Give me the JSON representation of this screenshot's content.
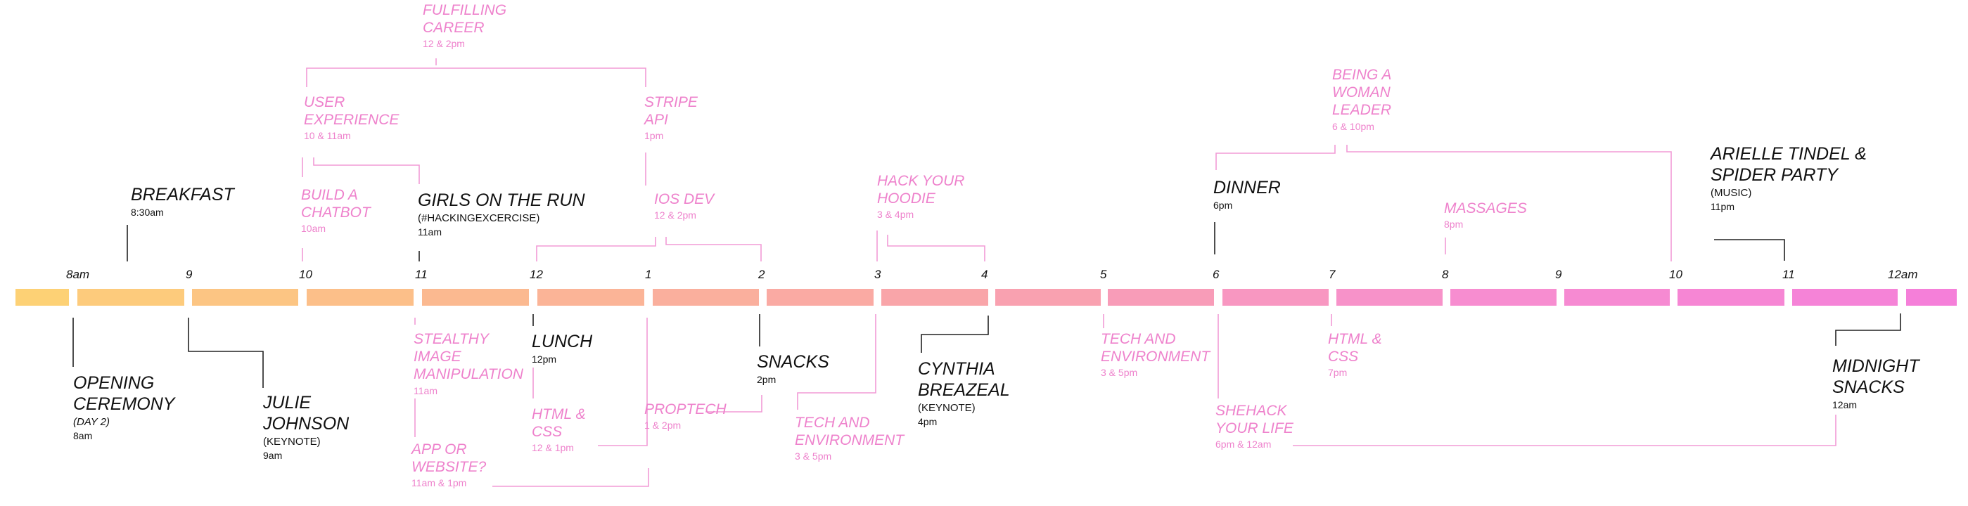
{
  "hours": [
    "8am",
    "9",
    "10",
    "11",
    "12",
    "1",
    "2",
    "3",
    "4",
    "5",
    "6",
    "7",
    "8",
    "9",
    "10",
    "11",
    "12am"
  ],
  "colors": {
    "main_text": "#111111",
    "workshop_text": "#ee82cc",
    "main_line": "#222222",
    "workshop_line": "#f29bd6",
    "timeline_gradient": [
      "#fdd175",
      "#fbb892",
      "#f9a3ac",
      "#f78ecf",
      "#f57fd9"
    ]
  },
  "events": [
    {
      "id": "opening-ceremony",
      "type": "main",
      "title": "OPENING\nCEREMONY",
      "subtitle": "(DAY 2)",
      "time": "8am"
    },
    {
      "id": "breakfast",
      "type": "main",
      "title": "BREAKFAST",
      "time": "8:30am"
    },
    {
      "id": "julie-johnson",
      "type": "main",
      "title": "JULIE\nJOHNSON",
      "subtitle": "(KEYNOTE)",
      "time": "9am"
    },
    {
      "id": "build-a-chatbot",
      "type": "workshop",
      "title": "BUILD A\nCHATBOT",
      "time": "10am"
    },
    {
      "id": "user-experience",
      "type": "workshop",
      "title": "USER\nEXPERIENCE",
      "time": "10 & 11am"
    },
    {
      "id": "fulfilling-career",
      "type": "workshop",
      "title": "FULFILLING\nCAREER",
      "time": "12 & 2pm"
    },
    {
      "id": "girls-on-the-run",
      "type": "main",
      "title": "GIRLS ON THE RUN",
      "subtitle": "(#HACKINGEXCERCISE)",
      "time": "11am"
    },
    {
      "id": "stealthy-image-manipulation",
      "type": "workshop",
      "title": "STEALTHY\nIMAGE\nMANIPULATION",
      "time": "11am"
    },
    {
      "id": "app-or-website",
      "type": "workshop",
      "title": "APP OR\nWEBSITE?",
      "time": "11am & 1pm"
    },
    {
      "id": "lunch",
      "type": "main",
      "title": "LUNCH",
      "time": "12pm"
    },
    {
      "id": "html-css-day",
      "type": "workshop",
      "title": "HTML &\nCSS",
      "time": "12 & 1pm"
    },
    {
      "id": "stripe-api",
      "type": "workshop",
      "title": "STRIPE\nAPI",
      "time": "1pm"
    },
    {
      "id": "ios-dev",
      "type": "workshop",
      "title": "IOS DEV",
      "time": "12 & 2pm"
    },
    {
      "id": "proptech",
      "type": "workshop",
      "title": "PROPTECH",
      "time": "1 & 2pm"
    },
    {
      "id": "snacks",
      "type": "main",
      "title": "SNACKS",
      "time": "2pm"
    },
    {
      "id": "tech-env-afternoon",
      "type": "workshop",
      "title": "TECH AND\nENVIRONMENT",
      "time": "3 & 5pm"
    },
    {
      "id": "hack-your-hoodie",
      "type": "workshop",
      "title": "HACK YOUR\nHOODIE",
      "time": "3 & 4pm"
    },
    {
      "id": "cynthia-breazeal",
      "type": "main",
      "title": "CYNTHIA\nBREAZEAL",
      "subtitle": "(KEYNOTE)",
      "time": "4pm"
    },
    {
      "id": "tech-env-evening",
      "type": "workshop",
      "title": "TECH AND\nENVIRONMENT",
      "time": "3 & 5pm"
    },
    {
      "id": "dinner",
      "type": "main",
      "title": "DINNER",
      "time": "6pm"
    },
    {
      "id": "being-a-woman-leader",
      "type": "workshop",
      "title": "BEING A\nWOMAN\nLEADER",
      "time": "6 & 10pm"
    },
    {
      "id": "shehack-your-life",
      "type": "workshop",
      "title": "SHEHACK\nYOUR LIFE",
      "time": "6pm & 12am"
    },
    {
      "id": "html-css-evening",
      "type": "workshop",
      "title": "HTML &\nCSS",
      "time": "7pm"
    },
    {
      "id": "massages",
      "type": "workshop",
      "title": "MASSAGES",
      "time": "8pm"
    },
    {
      "id": "arielle-tindel",
      "type": "main",
      "title": "ARIELLE TINDEL &\nSPIDER PARTY",
      "subtitle": "(MUSIC)",
      "time": "11pm"
    },
    {
      "id": "midnight-snacks",
      "type": "main",
      "title": "MIDNIGHT\nSNACKS",
      "time": "12am"
    }
  ]
}
